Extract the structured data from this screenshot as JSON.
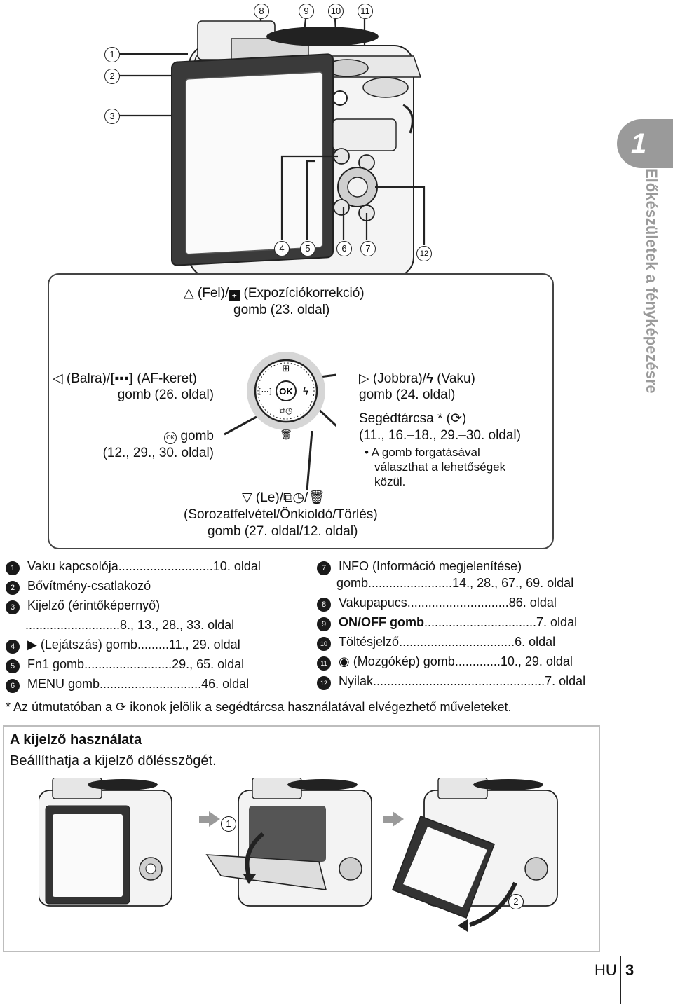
{
  "side_tab": {
    "number": "1",
    "title": "Előkészületek a fényképezésre"
  },
  "top_callouts": [
    "8",
    "9",
    "10",
    "11"
  ],
  "left_callouts": [
    "1",
    "2",
    "3"
  ],
  "mid_callouts": [
    "4",
    "5",
    "6",
    "7"
  ],
  "right_callout": "12",
  "callout_box": {
    "up": {
      "line1": "(Fel)/",
      "line1b": "(Expozíciókorrekció)",
      "line2": "gomb (23. oldal)"
    },
    "left": {
      "line1": "(Balra)/",
      "line1b": "(AF-keret)",
      "line2": "gomb (26. oldal)"
    },
    "ok": {
      "line1": "gomb",
      "line2": "(12., 29., 30. oldal)"
    },
    "right": {
      "line1": "(Jobbra)/",
      "line1b": "(Vaku)",
      "line2": "gomb (24. oldal)"
    },
    "dial": {
      "line1": "Segédtárcsa * (",
      "line1b": ")",
      "line2": "(11., 16.–18., 29.–30. oldal)",
      "bullet1": "• A gomb forgatásával",
      "bullet2": "választhat a lehetőségek",
      "bullet3": "közül."
    },
    "down": {
      "line1": "(Le)/",
      "line2": "(Sorozatfelvétel/Önkioldó/Törlés)",
      "line3": "gomb (27. oldal/12. oldal)"
    },
    "ok_label": "OK"
  },
  "legend_left": [
    {
      "n": "1",
      "label": "Vaku kapcsolója",
      "dots": "...........................",
      "page": "10. oldal"
    },
    {
      "n": "2",
      "label": "Bővítmény-csatlakozó",
      "dots": "",
      "page": ""
    },
    {
      "n": "3",
      "label": "Kijelző (érintőképernyő)",
      "dots": "",
      "page": ""
    },
    {
      "n": "",
      "label": "",
      "dots": "...........................",
      "page": "8., 13., 28., 33. oldal"
    },
    {
      "n": "4",
      "label": "(Lejátszás) gomb",
      "dots": ".........",
      "page": "11., 29. oldal"
    },
    {
      "n": "5",
      "label": "Fn1 gomb",
      "dots": ".........................",
      "page": "29., 65. oldal"
    },
    {
      "n": "6",
      "label": "MENU gomb",
      "dots": ".............................",
      "page": "46. oldal"
    }
  ],
  "legend_right": [
    {
      "n": "7",
      "label": "INFO (Információ megjelenítése)",
      "dots": "",
      "page": ""
    },
    {
      "n": "",
      "label": "gomb",
      "dots": "........................",
      "page": "14., 28., 67., 69. oldal"
    },
    {
      "n": "8",
      "label": "Vakupapucs",
      "dots": ".............................",
      "page": "86. oldal"
    },
    {
      "n": "9",
      "label": "ON/OFF gomb",
      "dots": "................................",
      "page": "7. oldal"
    },
    {
      "n": "10",
      "label": "Töltésjelző",
      "dots": ".................................",
      "page": "6. oldal"
    },
    {
      "n": "11",
      "label": "(Mozgókép) gomb",
      "dots": ".............",
      "page": "10., 29. oldal"
    },
    {
      "n": "12",
      "label": "Nyilak",
      "dots": ".................................................",
      "page": "7. oldal"
    }
  ],
  "footnote": "* Az útmutatóban a",
  "footnote_b": "ikonok jelölik a segédtárcsa használatával elvégezhető műveleteket.",
  "display_box": {
    "title": "A kijelző használata",
    "subtitle": "Beállíthatja a kijelző dőlésszögét.",
    "step1": "1",
    "step2": "2"
  },
  "footer": {
    "lang": "HU",
    "page": "3"
  }
}
